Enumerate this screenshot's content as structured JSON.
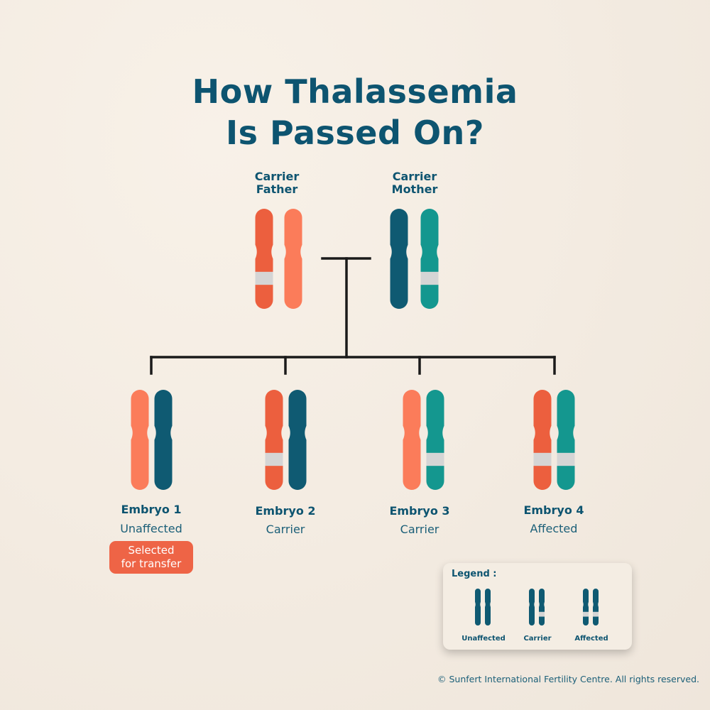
{
  "title": {
    "line1": "How Thalassemia",
    "line2": "Is Passed On?"
  },
  "parents": {
    "father": {
      "line1": "Carrier",
      "line2": "Father"
    },
    "mother": {
      "line1": "Carrier",
      "line2": "Mother"
    }
  },
  "embryos": [
    {
      "name": "Embryo 1",
      "status": "Unaffected"
    },
    {
      "name": "Embryo 2",
      "status": "Carrier"
    },
    {
      "name": "Embryo 3",
      "status": "Carrier"
    },
    {
      "name": "Embryo 4",
      "status": "Affected"
    }
  ],
  "selected_badge": {
    "line1": "Selected",
    "line2": "for transfer"
  },
  "legend": {
    "title": "Legend :",
    "items": [
      "Unaffected",
      "Carrier",
      "Affected"
    ]
  },
  "footer": "© Sunfert International Fertility Centre. All rights reserved.",
  "colors": {
    "title": "#0d5470",
    "father_dark": "#ec5f3e",
    "father_light": "#fb7c5a",
    "mother_dark": "#0f5a72",
    "mother_light": "#14978f",
    "band": "#d5d5d5",
    "badge": "#ee6446",
    "connector": "#1a1a1a"
  }
}
